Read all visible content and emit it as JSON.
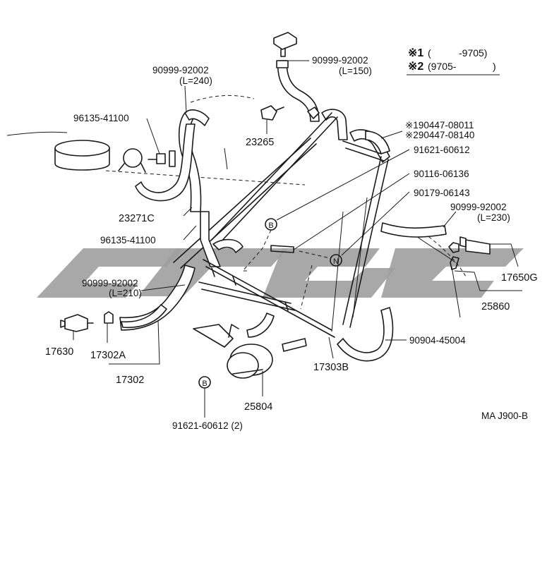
{
  "legend": {
    "row1_mark": "※1",
    "row1_open": "(",
    "row1_range": "-9705)",
    "row2_mark": "※2",
    "row2_range": "(9705-",
    "row2_close": ")"
  },
  "labels": {
    "hose_top_right_no": "90999-92002",
    "hose_top_right_len": "(L=150)",
    "hose_top_left_no": "90999-92002",
    "hose_top_left_len": "(L=240)",
    "clip_upper": "96135-41100",
    "valve_23265": "23265",
    "variant_1": "※190447-08011",
    "variant_2": "※290447-08140",
    "bolt_b": "91621-60612",
    "stud": "90116-06136",
    "nut": "90179-06143",
    "hose_right_no": "90999-92002",
    "hose_right_len": "(L=230)",
    "pipe_23271c": "23271C",
    "clip_lower": "96135-41100",
    "hose_left_no": "90999-92002",
    "hose_left_len": "(L=210)",
    "part_17650g": "17650G",
    "part_25860": "25860",
    "part_17630": "17630",
    "part_17302a": "17302A",
    "part_17302": "17302",
    "hose_bottom": "90904-45004",
    "part_17303b": "17303B",
    "part_25804": "25804",
    "bolt_bottom": "91621-60612 (2)",
    "figure_code": "MA J900-B"
  },
  "markers": {
    "b_upper": "B",
    "n": "N",
    "b_lower": "B"
  },
  "colors": {
    "line": "#1a1a1a",
    "watermark": "#9e9e9e",
    "background": "#ffffff"
  }
}
